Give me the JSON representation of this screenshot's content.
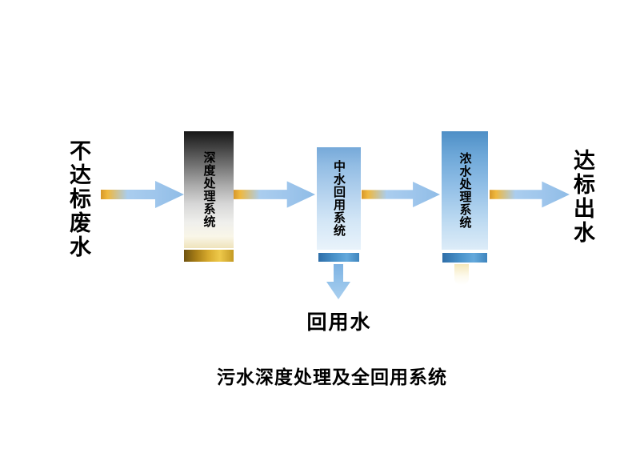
{
  "diagram": {
    "input_label": "不达标废水",
    "output_label": "达标出水",
    "stages": [
      {
        "label": "深度处理系统"
      },
      {
        "label": "中水回用系统"
      },
      {
        "label": "浓水处理系统"
      }
    ],
    "reuse_label": "回用水",
    "caption": "污水深度处理及全回用系统",
    "colors": {
      "arrow_tail_gold": "#EFB83E",
      "arrow_body_blue": "#A3C9EC",
      "deep_box_bottom_bar": "#D8AB2E",
      "reuse_box_bottom_bar": "#4B93CA",
      "concentrate_box_bottom_bar": "#3F85BD",
      "down_arrow_blue": "#8FBFE9"
    }
  }
}
